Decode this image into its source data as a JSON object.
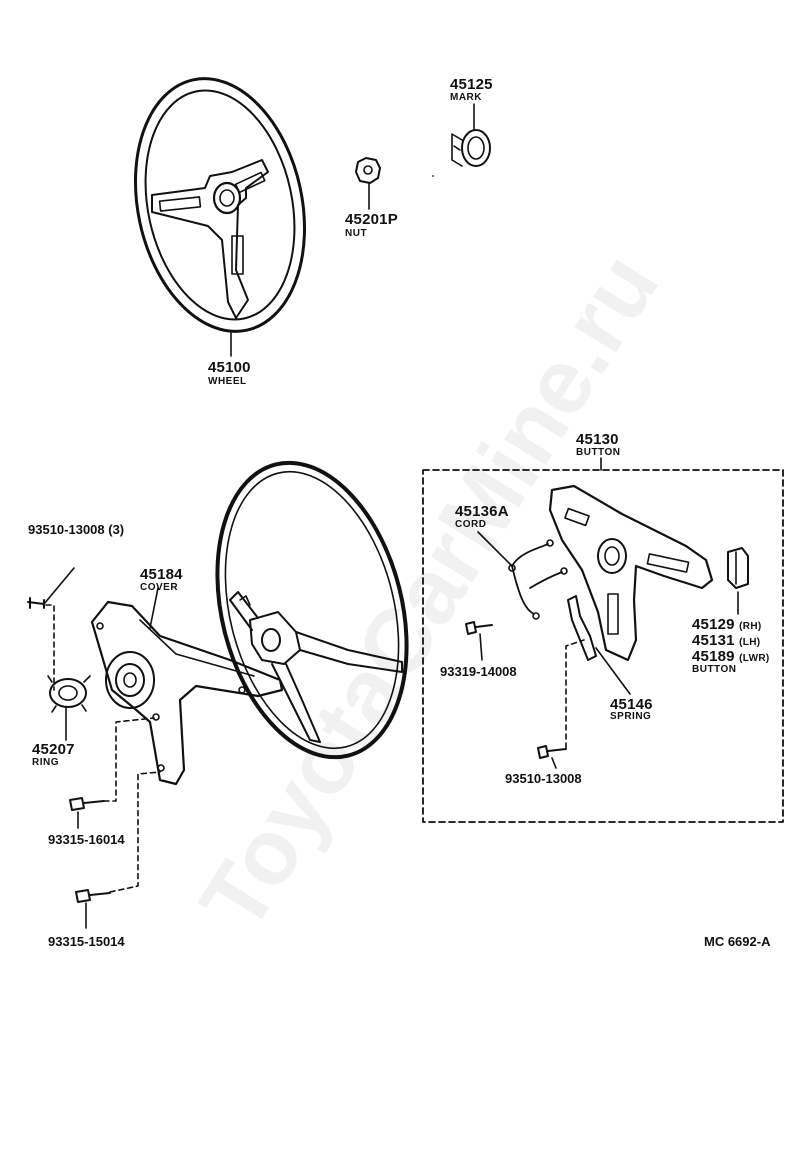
{
  "watermark": "ToyotaCarMine.ru",
  "footer_code": "MC 6692-A",
  "parts": {
    "p45100": {
      "number": "45100",
      "name": "WHEEL"
    },
    "p45125": {
      "number": "45125",
      "name": "MARK"
    },
    "p45201p": {
      "number": "45201P",
      "name": "NUT"
    },
    "p45130": {
      "number": "45130",
      "name": "BUTTON"
    },
    "p45136a": {
      "number": "45136A",
      "name": "CORD"
    },
    "p93510_3": {
      "number": "93510-13008 (3)"
    },
    "p45184": {
      "number": "45184",
      "name": "COVER"
    },
    "p45207": {
      "number": "45207",
      "name": "RING"
    },
    "p93315_a": {
      "number": "93315-16014"
    },
    "p93315_b": {
      "number": "93315-15014"
    },
    "p93319": {
      "number": "93319-14008"
    },
    "p45146": {
      "number": "45146",
      "name": "SPRING"
    },
    "p93510": {
      "number": "93510-13008"
    },
    "p45129": {
      "number": "45129",
      "suffix": "(RH)"
    },
    "p45131": {
      "number": "45131",
      "suffix": "(LH)"
    },
    "p45189": {
      "number": "45189",
      "suffix": "(LWR)",
      "name": "BUTTON"
    }
  }
}
